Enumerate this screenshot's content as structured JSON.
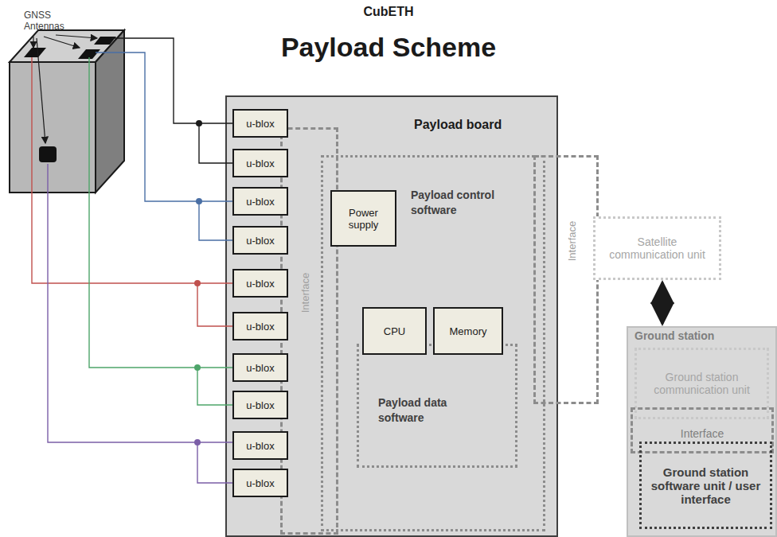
{
  "diagram": {
    "title": "Payload Scheme",
    "nodes": [
      {
        "text": [
          "Payload board"
        ]
      },
      {
        "text": [
          "u-blox"
        ],
        "in": 0
      },
      {
        "text": [
          "u-blox"
        ],
        "in": 0
      },
      {
        "text": [
          "u-blox"
        ],
        "in": 0
      },
      {
        "text": [
          "u-blox"
        ],
        "in": 0
      },
      {
        "text": [
          "u-blox"
        ],
        "in": 0
      },
      {
        "text": [
          "u-blox"
        ],
        "in": 0
      },
      {
        "text": [
          "u-blox"
        ],
        "in": 0
      },
      {
        "text": [
          "u-blox"
        ],
        "in": 0
      },
      {
        "text": [
          "u-blox"
        ],
        "in": 0
      },
      {
        "text": [
          "u-blox"
        ],
        "in": 0
      },
      {
        "text": [
          "Interface"
        ],
        "in": 0
      },
      {
        "text": [
          "Payload control software"
        ],
        "in": 0
      },
      {
        "text": [
          "Power supply"
        ],
        "in": 12
      },
      {
        "text": [
          "CPU"
        ],
        "in": 12
      },
      {
        "text": [
          "Memory"
        ],
        "in": 12
      },
      {
        "text": [
          "Payload data software"
        ],
        "in": 12
      },
      {
        "text": [
          "Interface"
        ]
      },
      {
        "text": [
          "Satellite communication unit"
        ]
      },
      {
        "text": [
          "Ground station"
        ]
      },
      {
        "text": [
          "Ground station communication unit"
        ],
        "in": 19
      },
      {
        "text": [
          "Interface"
        ],
        "in": 19
      },
      {
        "text": [
          "Ground station software unit / user interface"
        ],
        "in": 19
      }
    ],
    "edges": [
      {
        "from": 18,
        "to": 19,
        "arrow": "both"
      }
    ],
    "labels": [
      "CubETH",
      "GNSS Antennas"
    ]
  }
}
